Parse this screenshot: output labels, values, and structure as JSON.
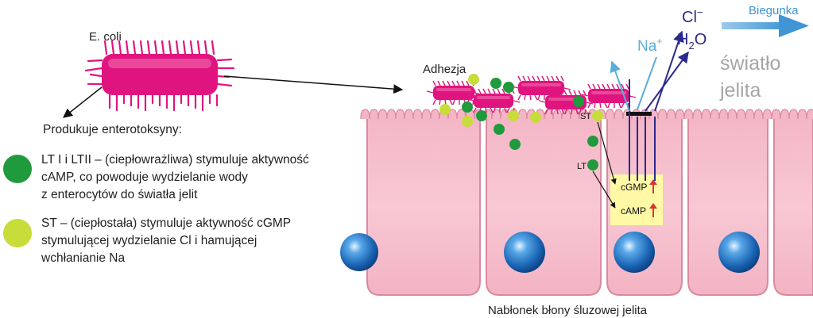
{
  "bacterium": {
    "label": "E. coli"
  },
  "adhesion": {
    "label": "Adhezja"
  },
  "production": {
    "label": "Produkuje enterotoksyny:"
  },
  "legend": [
    {
      "color": "#1f9a3c",
      "lines": [
        "LT I i LTII – (ciepłowrażliwa) stymuluje aktywność",
        "cAMP, co powoduje wydzielanie wody",
        "z enterocytów do światła jelit"
      ]
    },
    {
      "color": "#c8dc3a",
      "lines": [
        "ST – (ciepłostała) stymuluje aktywność cGMP",
        "stymulującej wydzielanie Cl i hamującej",
        "wchłanianie Na"
      ]
    }
  ],
  "cell_labels": {
    "st": "ST",
    "lt": "LT",
    "cgmp": "cGMP",
    "camp": "cAMP"
  },
  "ions": {
    "na": "Na",
    "na_sup": "+",
    "cl": "Cl",
    "cl_sup": "−",
    "h2o_h": "H",
    "h2o_sub": "2",
    "h2o_o": "O"
  },
  "direction": {
    "label": "Biegunka"
  },
  "lumen": {
    "line1": "światło",
    "line2": "jelita"
  },
  "epithelium": {
    "label": "Nabłonek błony śluzowej jelita"
  },
  "colors": {
    "bacteria": "#e0147f",
    "cell_fill": "#f6c3cf",
    "cell_stroke": "#d98aa0",
    "nucleus": "#1c74c4",
    "lt_toxin": "#1f9a3c",
    "st_toxin": "#c8dc3a",
    "arrow_dark": "#2a2a8c",
    "arrow_light": "#5aaedc",
    "messenger_box": "#fff9a6"
  }
}
